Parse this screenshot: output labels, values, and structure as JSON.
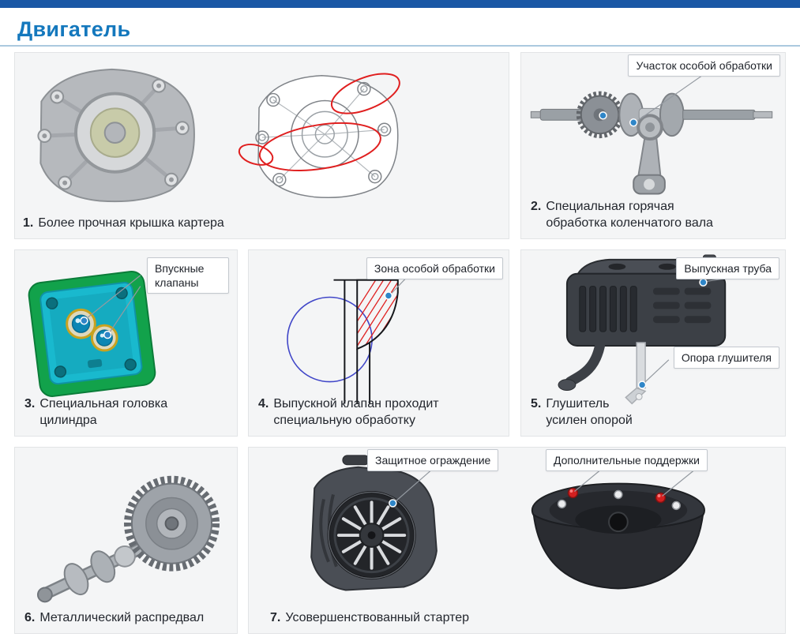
{
  "page": {
    "title": "Двигатель"
  },
  "colors": {
    "accent": "#1478bd",
    "top_bar": "#1a57a5",
    "rule": "#abc9df",
    "panel_bg": "#f4f5f6",
    "panel_border": "#e2e4e6",
    "marker_blue": "#2f86c8",
    "highlight_red": "#e01f1f"
  },
  "panels": [
    {
      "number": "1.",
      "caption": "Более прочная крышка картера",
      "illustration": "crankcase-covers",
      "callouts": []
    },
    {
      "number": "2.",
      "caption": "Специальная горячая обработка коленчатого вала",
      "illustration": "crankshaft",
      "callouts": [
        {
          "label": "Участок особой обработки"
        }
      ]
    },
    {
      "number": "3.",
      "caption": "Специальная головка цилиндра",
      "illustration": "cylinder-head",
      "callouts": [
        {
          "label": "Впускные клапаны"
        }
      ]
    },
    {
      "number": "4.",
      "caption": "Выпускной клапан проходит специальную обработку",
      "illustration": "exhaust-valve-diagram",
      "callouts": [
        {
          "label": "Зона особой обработки"
        }
      ]
    },
    {
      "number": "5.",
      "caption": "Глушитель усилен опорой",
      "illustration": "muffler",
      "callouts": [
        {
          "label": "Выпускная труба"
        },
        {
          "label": "Опора глушителя"
        }
      ]
    },
    {
      "number": "6.",
      "caption": "Металлический распредвал",
      "illustration": "camshaft",
      "callouts": []
    },
    {
      "number": "7.",
      "caption": "Усовершенствованный стартер",
      "illustration": "starter",
      "callouts": [
        {
          "label": "Защитное ограждение"
        },
        {
          "label": "Дополнительные поддержки"
        }
      ]
    }
  ]
}
